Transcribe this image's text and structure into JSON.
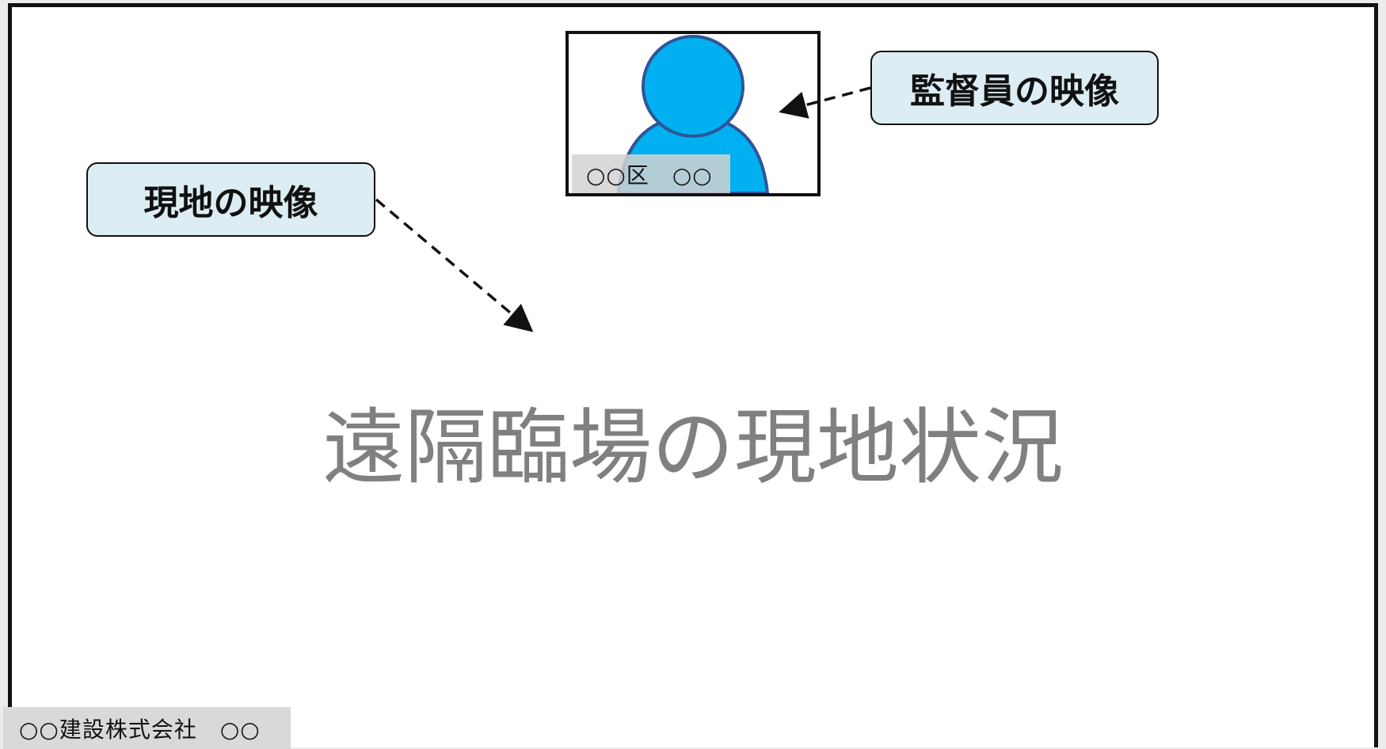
{
  "supervisor_video": {
    "callout_label": "監督員の映像",
    "name_tag": "○○区　○○",
    "avatar_color": "#00b0f0",
    "avatar_outline": "#2f5597"
  },
  "site_video": {
    "callout_label": "現地の映像",
    "status_text": "遠隔臨場の現地状況",
    "status_color": "#808080"
  },
  "footer": {
    "name_tag": "○○建設株式会社　○○"
  },
  "callout_color": "#dcedf3"
}
